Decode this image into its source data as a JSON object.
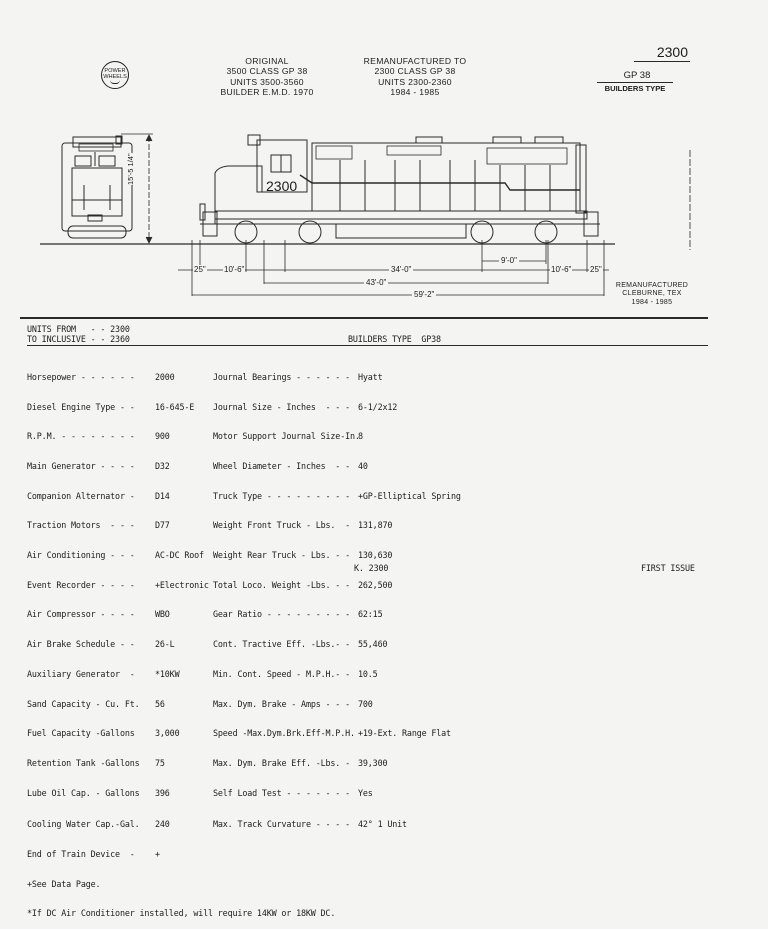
{
  "header": {
    "logo": {
      "line1": "POWER",
      "line2": "WHEELS",
      "icon": "power-wheels-logo-icon"
    },
    "original": {
      "title": "ORIGINAL",
      "line2": "3500 CLASS GP 38",
      "line3": "UNITS 3500-3560",
      "line4": "BUILDER E.M.D. 1970"
    },
    "remanufactured": {
      "title": "REMANUFACTURED TO",
      "line2": "2300 CLASS GP 38",
      "line3": "UNITS 2300-2360",
      "line4": "1984 - 1985"
    },
    "class_number": "2300",
    "builders_type_value": "GP 38",
    "builders_type_label": "BUILDERS TYPE"
  },
  "drawing": {
    "cab_number": "2300",
    "height_dimension": "15'-5 1/4\"",
    "dimensions": {
      "end_overhang_left": "25\"",
      "truck_wheelbase_left": "10'-6\"",
      "truck_centers": "34'-0\"",
      "fuel_tank_length": "9'-0\"",
      "truck_wheelbase_right": "10'-6\"",
      "end_overhang_right": "25\"",
      "over_trucks": "43'-0\"",
      "overall_length": "59'-2\""
    },
    "reman_note": {
      "line1": "REMANUFACTURED",
      "line2": "CLEBURNE, TEX",
      "line3": "1984 - 1985"
    }
  },
  "specs": {
    "units_from_label": "UNITS FROM   - - 2300",
    "to_inclusive_label": "TO INCLUSIVE - - 2360",
    "builders_type_heading": "BUILDERS TYPE  GP38",
    "left": [
      {
        "label": "Horsepower - - - - - -",
        "value": "2000"
      },
      {
        "label": "Diesel Engine Type - -",
        "value": "16-645-E"
      },
      {
        "label": "R.P.M. - - - - - - - -",
        "value": "900"
      },
      {
        "label": "Main Generator - - - -",
        "value": "D32"
      },
      {
        "label": "Companion Alternator -",
        "value": "D14"
      },
      {
        "label": "Traction Motors  - - -",
        "value": "D77"
      },
      {
        "label": "Air Conditioning - - -",
        "value": "AC-DC Roof"
      },
      {
        "label": "Event Recorder - - - -",
        "value": "+Electronic"
      },
      {
        "label": "Air Compressor - - - -",
        "value": "WBO"
      },
      {
        "label": "Air Brake Schedule - -",
        "value": "26-L"
      },
      {
        "label": "Auxiliary Generator  -",
        "value": "*10KW"
      },
      {
        "label": "Sand Capacity - Cu. Ft.",
        "value": "56"
      },
      {
        "label": "Fuel Capacity -Gallons",
        "value": "3,000"
      },
      {
        "label": "Retention Tank -Gallons",
        "value": "75"
      },
      {
        "label": "Lube Oil Cap. - Gallons",
        "value": "396"
      },
      {
        "label": "Cooling Water Cap.-Gal.",
        "value": "240"
      },
      {
        "label": "End of Train Device  -",
        "value": "+"
      }
    ],
    "right": [
      {
        "label": "Journal Bearings - - - - - -",
        "value": "Hyatt"
      },
      {
        "label": "Journal Size - Inches  - - -",
        "value": "6-1/2x12"
      },
      {
        "label": "Motor Support Journal Size-In.",
        "value": "8"
      },
      {
        "label": "Wheel Diameter - Inches  - -",
        "value": "40"
      },
      {
        "label": "Truck Type - - - - - - - - -",
        "value": "+GP-Elliptical Spring"
      },
      {
        "label": "Weight Front Truck - Lbs.  -",
        "value": "131,870"
      },
      {
        "label": "Weight Rear Truck - Lbs. - -",
        "value": "130,630"
      },
      {
        "label": "Total Loco. Weight -Lbs. - -",
        "value": "262,500"
      },
      {
        "label": "Gear Ratio - - - - - - - - -",
        "value": "62:15"
      },
      {
        "label": "Cont. Tractive Eff. -Lbs.- -",
        "value": "55,460"
      },
      {
        "label": "Min. Cont. Speed - M.P.H.- -",
        "value": "10.5"
      },
      {
        "label": "Max. Dym. Brake - Amps - - -",
        "value": "700"
      },
      {
        "label": "Speed -Max.Dym.Brk.Eff-M.P.H.",
        "value": "+19-Ext. Range Flat"
      },
      {
        "label": "Max. Dym. Brake Eff. -Lbs. -",
        "value": "39,300"
      },
      {
        "label": "Self Load Test - - - - - - -",
        "value": "Yes"
      },
      {
        "label": "Max. Track Curvature - - - -",
        "value": "42° 1 Unit"
      }
    ],
    "note_see_data": "+See Data Page.",
    "note_dc_ac": "*If DC Air Conditioner installed, will require 14KW or 18KW DC."
  },
  "footer": {
    "page_id": "K. 2300",
    "issue": "FIRST ISSUE"
  }
}
